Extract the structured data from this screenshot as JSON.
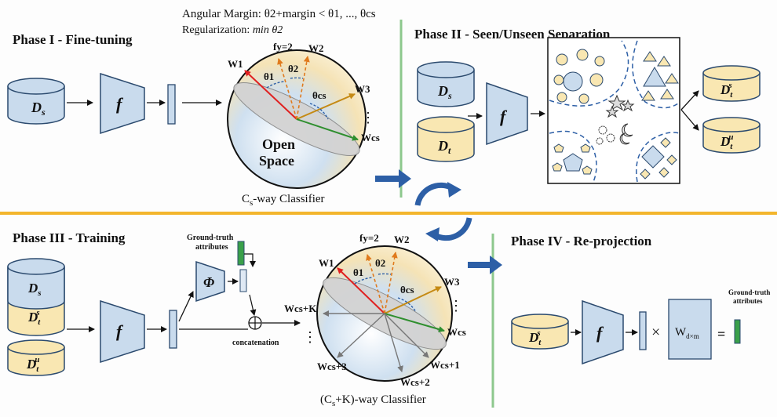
{
  "phases": {
    "p1": "Phase I - Fine-tuning",
    "p2": "Phase II - Seen/Unseen Separation",
    "p3": "Phase III - Training",
    "p4": "Phase IV - Re-projection"
  },
  "notes": {
    "margin": "Angular Margin: θ2+margin < θ1, ..., θcs",
    "regular_prefix": "Regularization: ",
    "regular_expr": "min θ2"
  },
  "datasets": {
    "ds": "D",
    "ds_sub": "s",
    "dt": "D",
    "dt_sub": "t",
    "dts_sub": "t",
    "dts_sup": "s",
    "dtu_sub": "t",
    "dtu_sup": "u"
  },
  "encoder": {
    "f": "f",
    "phi": "Φ"
  },
  "sphere1": {
    "w1": "W1",
    "w2": "W2",
    "w3": "W3",
    "wcs": "Wcs",
    "fy": "fy=2",
    "t1": "θ1",
    "t2": "θ2",
    "tcs": "θcs",
    "dots": "⋮",
    "open1": "Open",
    "open2": "Space",
    "caption_pre": "C",
    "caption_sub": "s",
    "caption_post": "-way Classifier"
  },
  "sphere2": {
    "w1": "W1",
    "w2": "W2",
    "w3": "W3",
    "wcs": "Wcs",
    "wk": "Wcs+K",
    "wcs1": "Wcs+1",
    "wcs2": "Wcs+2",
    "wcs3": "Wcs+3",
    "fy": "fy=2",
    "t1": "θ1",
    "t2": "θ2",
    "tcs": "θcs",
    "dots": "⋮",
    "caption_pre": "(C",
    "caption_sub": "s",
    "caption_post": "+K)-way Classifier"
  },
  "phase3": {
    "gt_attr_1": "Ground-truth",
    "gt_attr_2": "attributes",
    "concat": "concatenation"
  },
  "phase4": {
    "matrix": "W",
    "matrix_sub": "d×m",
    "times": "×",
    "equals": "=",
    "gt_attr_1": "Ground-truth",
    "gt_attr_2": "attributes"
  },
  "colors": {
    "blue_fill": "#c9dbed",
    "yellow_fill": "#f9e7b2",
    "stroke": "#2b4a6e",
    "green_divider": "#8dc88d",
    "orange_divider": "#f3b52c",
    "arrow_blue": "#2d5fa6"
  }
}
